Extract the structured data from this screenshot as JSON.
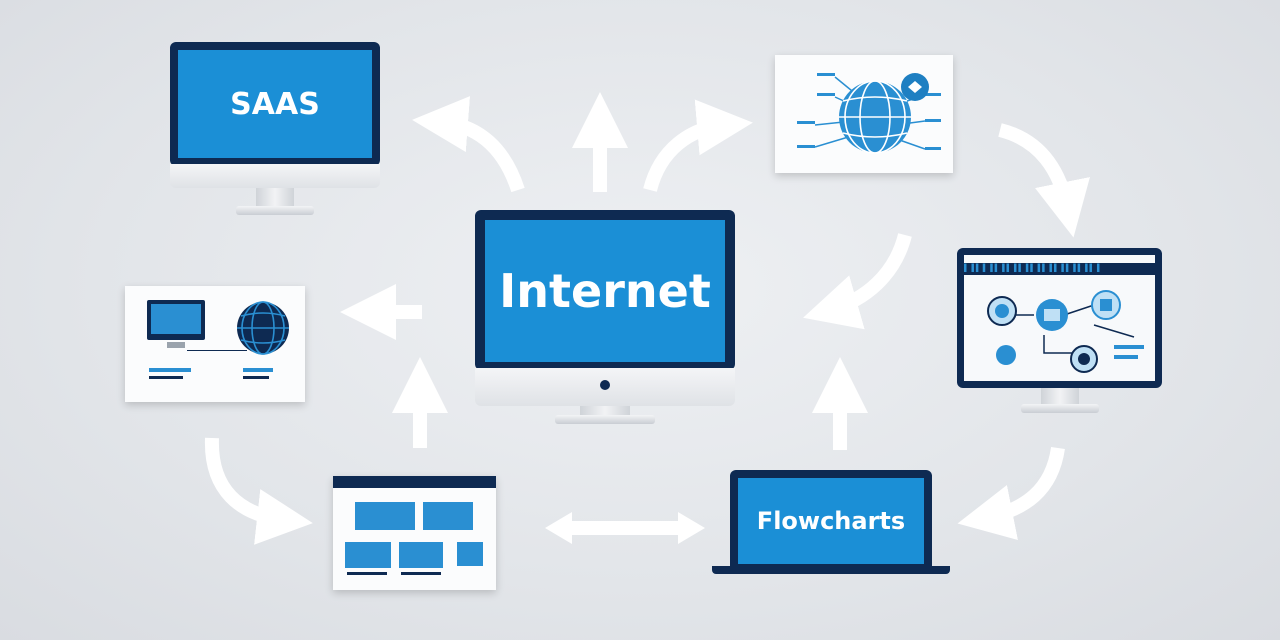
{
  "nodes": {
    "saas": {
      "label": "SAAS"
    },
    "internet": {
      "label": "Internet"
    },
    "flowcharts": {
      "label": "Flowcharts"
    },
    "dashboard": {
      "header_text": "▌▐ ▌ ▌▐ ▌▐ ▌▐ ▌▐ ▌▐ ▌▐ ▌▐ ▌▐ ▌▐ ▌▐"
    }
  },
  "colors": {
    "accent": "#1b8fd6",
    "navy": "#0e2a52",
    "arrow": "#ffffff",
    "background": "#e2e5e9"
  },
  "icons": [
    "globe-icon",
    "monitor-icon",
    "laptop-icon",
    "arrow-icon"
  ]
}
